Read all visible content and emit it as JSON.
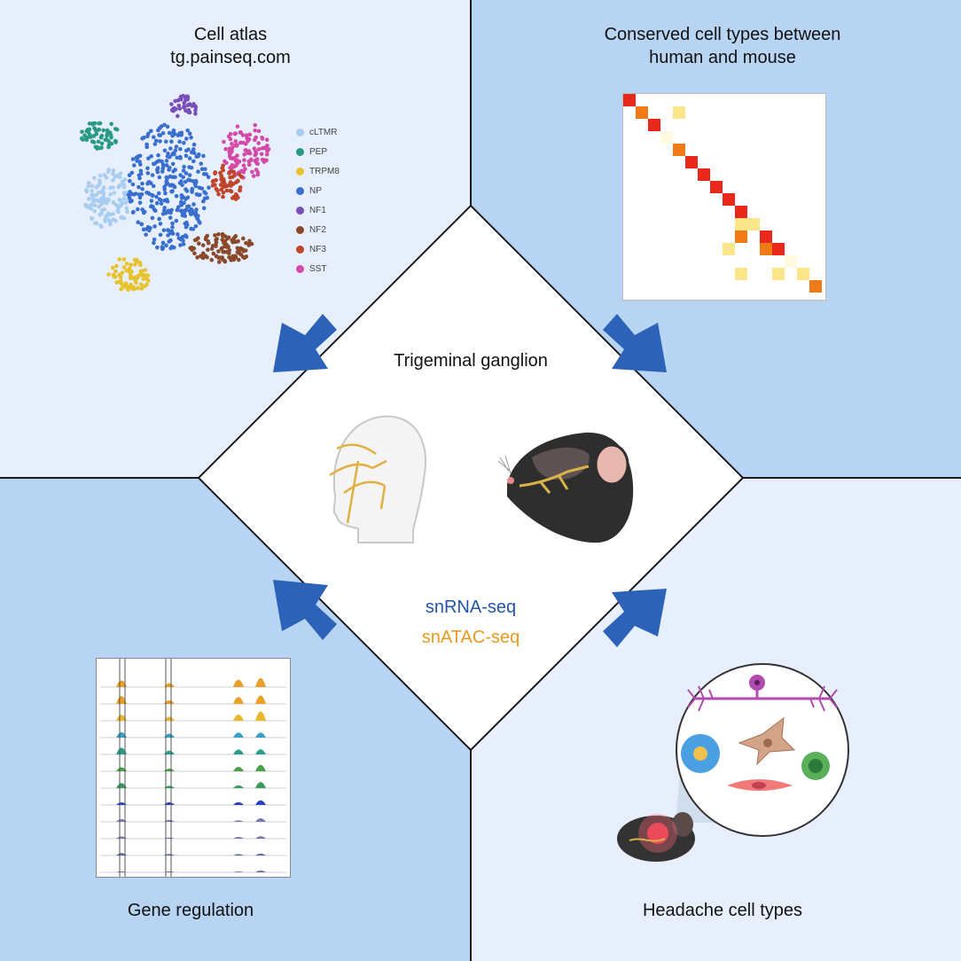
{
  "panels": {
    "top_left": {
      "title_line1": "Cell atlas",
      "title_line2": "tg.painseq.com"
    },
    "top_right": {
      "title_line1": "Conserved cell types between",
      "title_line2": "human and mouse"
    },
    "bottom_left": {
      "title": "Gene regulation"
    },
    "bottom_right": {
      "title": "Headache cell types"
    }
  },
  "center": {
    "title": "Trigeminal ganglion",
    "method1": "snRNA-seq",
    "method2": "snATAC-seq",
    "method1_color": "#2255a8",
    "method2_color": "#e89a1e"
  },
  "legend": [
    {
      "label": "cLTMR",
      "color": "#a9cdf0"
    },
    {
      "label": "PEP",
      "color": "#2a9a86"
    },
    {
      "label": "TRPM8",
      "color": "#e8c22a"
    },
    {
      "label": "NP",
      "color": "#3a6fcf"
    },
    {
      "label": "NF1",
      "color": "#7a4fb8"
    },
    {
      "label": "NF2",
      "color": "#8a4a2a"
    },
    {
      "label": "NF3",
      "color": "#c0452a"
    },
    {
      "label": "SST",
      "color": "#d44aa8"
    }
  ],
  "colors": {
    "arrow": "#2c63b8",
    "divider": "#1a1a1a",
    "heat_high": "#e8281a",
    "heat_mid": "#f07a18",
    "heat_low": "#fbe58a"
  }
}
